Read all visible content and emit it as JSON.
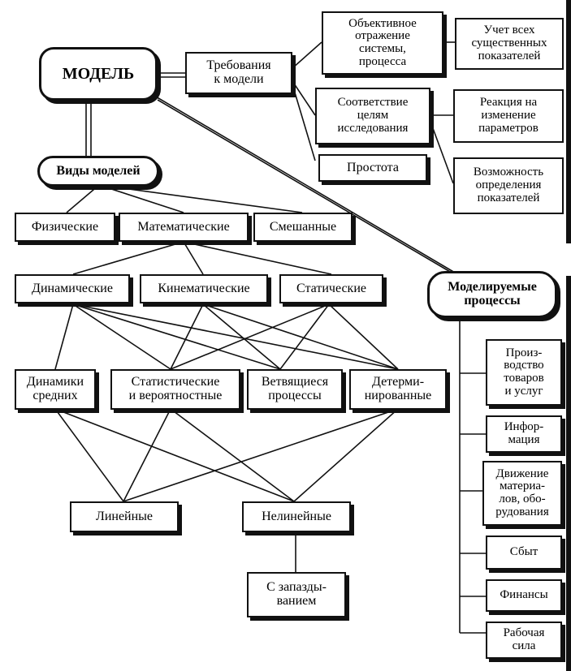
{
  "nodes": {
    "model": "МОДЕЛЬ",
    "requirements": "Требования\nк модели",
    "objective": "Объективное\nотражение\nсистемы,\nпроцесса",
    "all_indicators": "Учет всех\nсущественных\nпоказателей",
    "research_goals": "Соответствие\nцелям\nисследования",
    "param_reaction": "Реакция на\nизменение\nпараметров",
    "simplicity": "Простота",
    "define_indicators": "Возможность\nопределения\nпоказателей",
    "model_types": "Виды моделей",
    "physical": "Физические",
    "mathematical": "Математические",
    "mixed": "Смешанные",
    "dynamic": "Динамические",
    "kinematic": "Кинематические",
    "static": "Статические",
    "modeled_processes": "Моделируемые\nпроцессы",
    "avg_dynamics": "Динамики\nсредних",
    "stat_prob": "Статистические\nи вероятностные",
    "branching": "Ветвящиеся\nпроцессы",
    "deterministic": "Детерми-\nнированные",
    "linear": "Линейные",
    "nonlinear": "Нелинейные",
    "delayed": "С запазды-\nванием",
    "production": "Произ-\nводство\nтоваров\nи услуг",
    "information": "Инфор-\nмация",
    "materials": "Движение\nматериа-\nлов, обо-\nрудования",
    "sales": "Сбыт",
    "finance": "Финансы",
    "workforce": "Рабочая\nсила"
  }
}
